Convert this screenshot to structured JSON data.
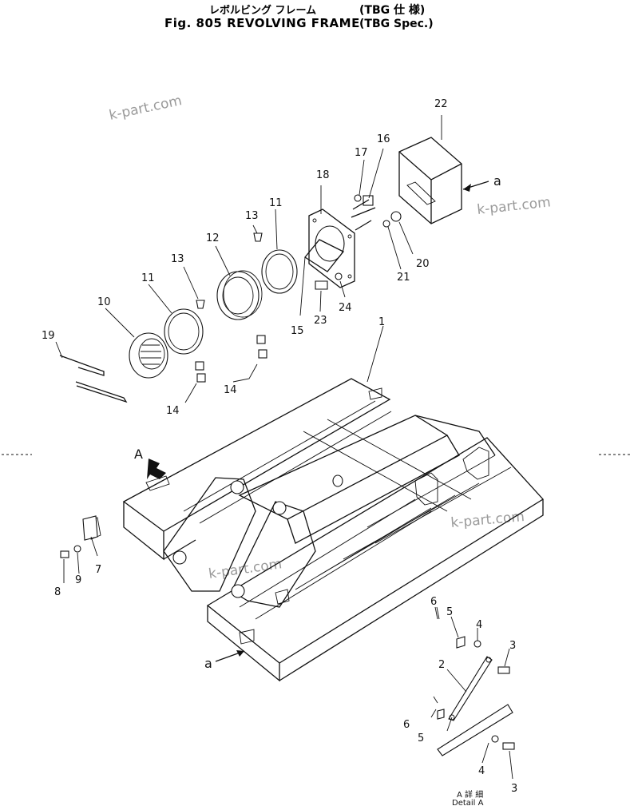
{
  "header": {
    "jp_title": "レボルビング フレーム",
    "fig_title": "Fig. 805 REVOLVING FRAME",
    "spec_jp": "(TBG 仕 様)",
    "spec_en": "(TBG Spec.)"
  },
  "watermarks": [
    "k-part.com",
    "k-part.com",
    "k-part.com",
    "k-part.com"
  ],
  "arrow_labels": {
    "a_top": "a",
    "a_bottom": "a",
    "view_a": "A"
  },
  "detail": {
    "jp": "A 詳 細",
    "en": "Detail A"
  },
  "callouts": [
    {
      "id": "1",
      "label": "1"
    },
    {
      "id": "2",
      "label": "2"
    },
    {
      "id": "3a",
      "label": "3"
    },
    {
      "id": "3b",
      "label": "3"
    },
    {
      "id": "4a",
      "label": "4"
    },
    {
      "id": "4b",
      "label": "4"
    },
    {
      "id": "5a",
      "label": "5"
    },
    {
      "id": "5b",
      "label": "5"
    },
    {
      "id": "6a",
      "label": "6"
    },
    {
      "id": "6b",
      "label": "6"
    },
    {
      "id": "7",
      "label": "7"
    },
    {
      "id": "8",
      "label": "8"
    },
    {
      "id": "9",
      "label": "9"
    },
    {
      "id": "10",
      "label": "10"
    },
    {
      "id": "11a",
      "label": "11"
    },
    {
      "id": "11b",
      "label": "11"
    },
    {
      "id": "12",
      "label": "12"
    },
    {
      "id": "13a",
      "label": "13"
    },
    {
      "id": "13b",
      "label": "13"
    },
    {
      "id": "14a",
      "label": "14"
    },
    {
      "id": "14b",
      "label": "14"
    },
    {
      "id": "15",
      "label": "15"
    },
    {
      "id": "16",
      "label": "16"
    },
    {
      "id": "17",
      "label": "17"
    },
    {
      "id": "18",
      "label": "18"
    },
    {
      "id": "19",
      "label": "19"
    },
    {
      "id": "20",
      "label": "20"
    },
    {
      "id": "21",
      "label": "21"
    },
    {
      "id": "22",
      "label": "22"
    },
    {
      "id": "23",
      "label": "23"
    },
    {
      "id": "24",
      "label": "24"
    }
  ]
}
